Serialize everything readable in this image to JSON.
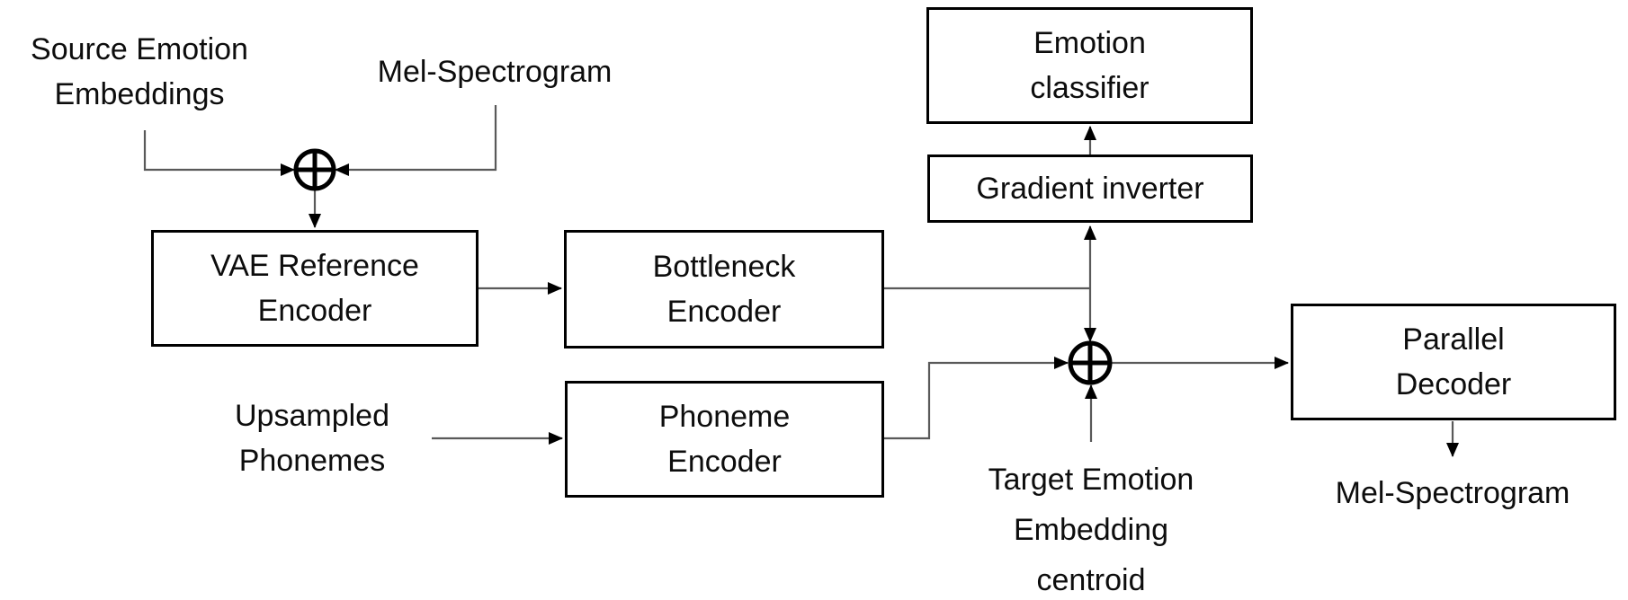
{
  "diagram": {
    "title_hint": "emotion voice conversion model architecture",
    "colors": {
      "background": "#ffffff",
      "ink": "#000000",
      "connector": "#595959"
    },
    "icons": {
      "sum_node": "⊕"
    },
    "inputs": {
      "source_emotion_embeddings": "Source Emotion\nEmbeddings",
      "mel_spectrogram_top": "Mel-Spectrogram",
      "upsampled_phonemes": "Upsampled\nPhonemes",
      "target_emotion_embedding_centroid": "Target Emotion\nEmbedding\ncentroid"
    },
    "outputs": {
      "mel_spectrogram_out": "Mel-Spectrogram"
    },
    "nodes": {
      "vae_reference_encoder": "VAE Reference\nEncoder",
      "bottleneck_encoder": "Bottleneck\nEncoder",
      "phoneme_encoder": "Phoneme\nEncoder",
      "emotion_classifier": "Emotion\nclassifier",
      "gradient_inverter": "Gradient inverter",
      "parallel_decoder": "Parallel\nDecoder"
    },
    "edges": [
      "source_emotion_embeddings -> sum1",
      "mel_spectrogram_top -> sum1",
      "sum1 -> vae_reference_encoder",
      "vae_reference_encoder -> bottleneck_encoder",
      "bottleneck_encoder -> gradient_inverter",
      "bottleneck_encoder -> sum2",
      "gradient_inverter -> emotion_classifier",
      "upsampled_phonemes -> phoneme_encoder",
      "phoneme_encoder -> sum2",
      "target_emotion_embedding_centroid -> sum2",
      "sum2 -> parallel_decoder",
      "parallel_decoder -> mel_spectrogram_out"
    ]
  }
}
